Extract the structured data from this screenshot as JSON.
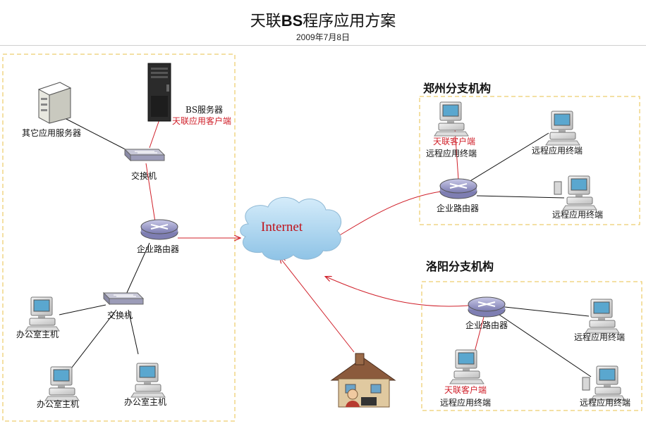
{
  "title": {
    "prefix": "天联",
    "bold": "BS",
    "suffix": "程序应用方案"
  },
  "date": "2009年7月8日",
  "internet_label": "Internet",
  "left": {
    "other_server": "其它应用服务器",
    "bs_server": "BS服务器",
    "bs_client": "天联应用客户端",
    "switch_top": "交换机",
    "router": "企业路由器",
    "switch_bottom": "交换机",
    "office_host_1": "办公室主机",
    "office_host_2": "办公室主机",
    "office_host_3": "办公室主机"
  },
  "zhengzhou": {
    "title": "郑州分支机构",
    "client_label": "天联客户端",
    "terminal_1": "远程应用终端",
    "terminal_2": "远程应用终端",
    "terminal_3": "远程应用终端",
    "router": "企业路由器"
  },
  "luoyang": {
    "title": "洛阳分支机构",
    "router": "企业路由器",
    "terminal_1": "远程应用终端",
    "client_label": "天联客户端",
    "terminal_2": "远程应用终端",
    "terminal_3": "远程应用终端"
  },
  "colors": {
    "dash": "#e9c24a",
    "red_link": "#d0202a",
    "black_link": "#111111",
    "cloud": "#a9d3ef"
  }
}
